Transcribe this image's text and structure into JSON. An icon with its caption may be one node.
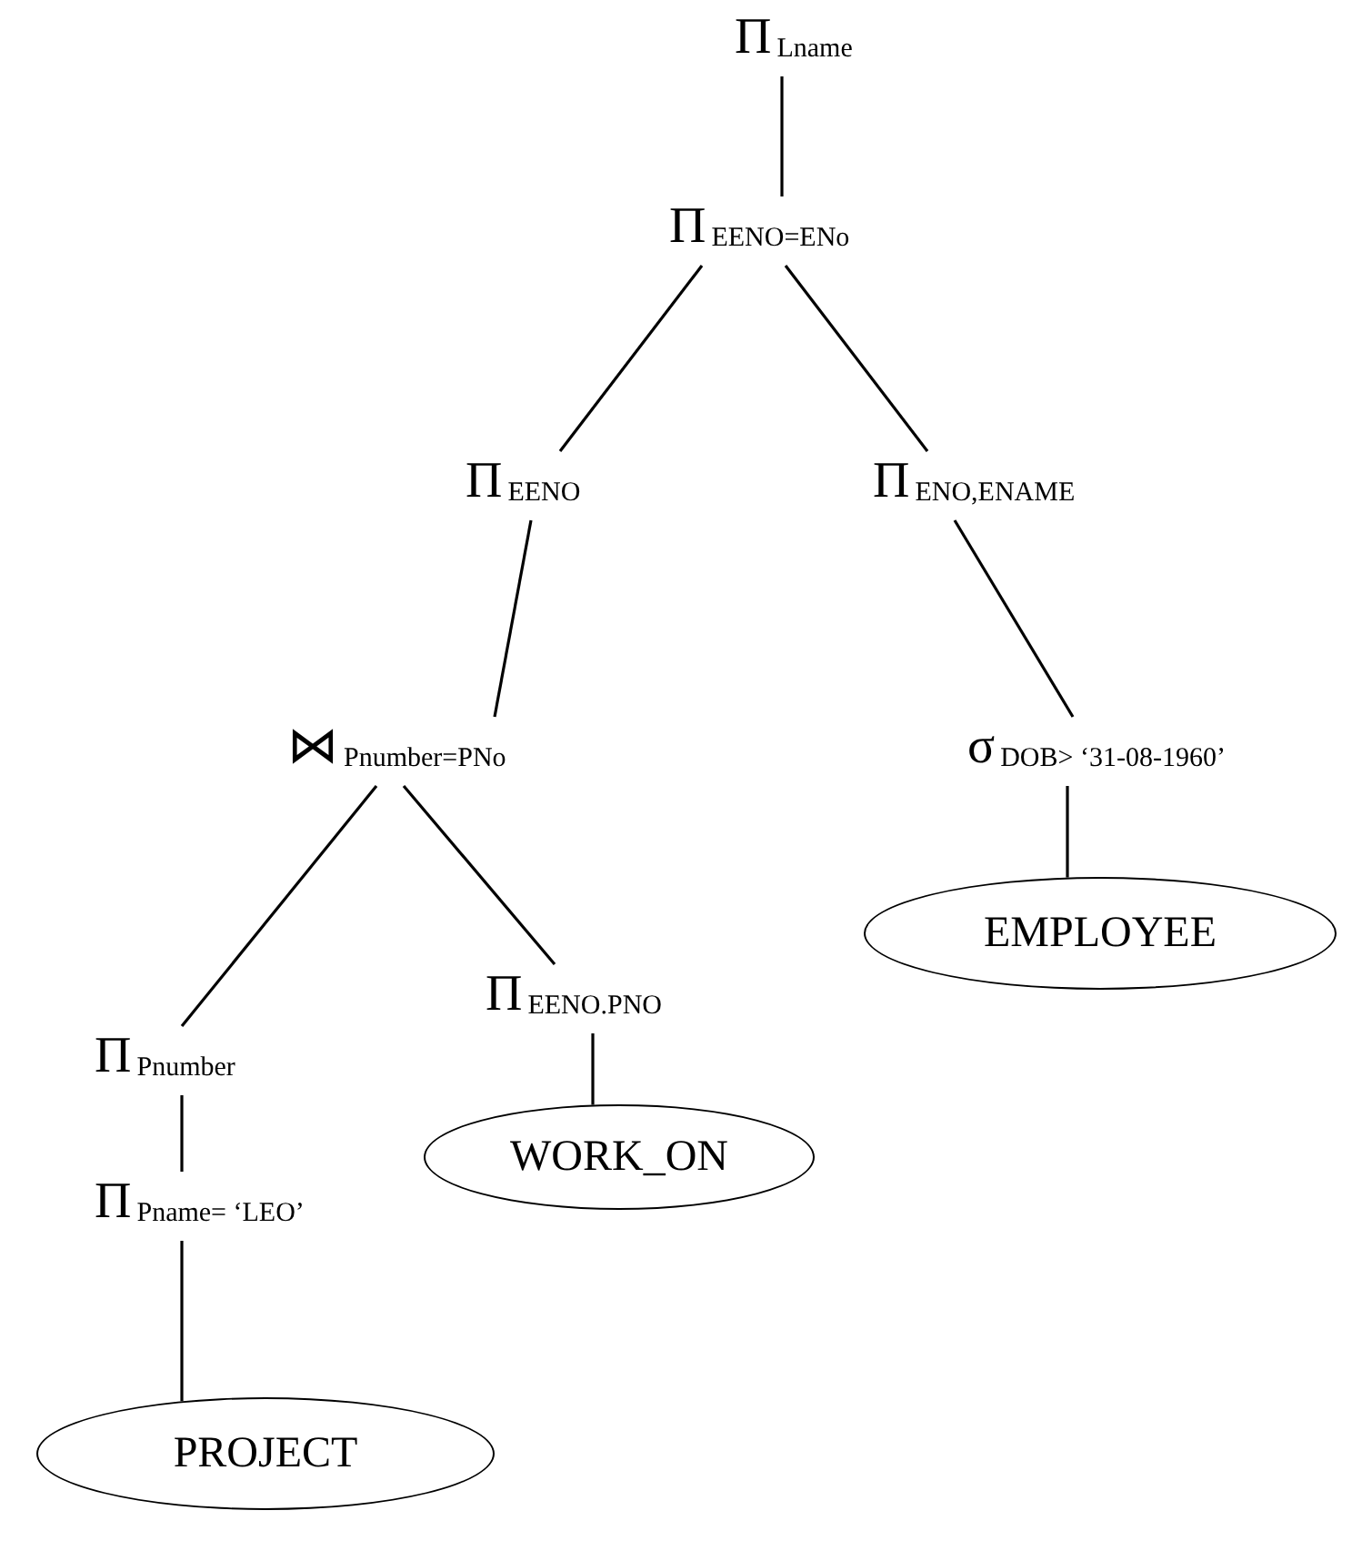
{
  "diagram": {
    "nodes": [
      {
        "text": [
          "Π$_{Lname}$"
        ]
      },
      {
        "text": [
          "Π$_{EENO=ENo}$"
        ]
      },
      {
        "text": [
          "Π$_{EENO}$"
        ]
      },
      {
        "text": [
          "Π$_{ENO,ENAME}$"
        ]
      },
      {
        "text": [
          "⋈$_{Pnumber=PNo}$"
        ]
      },
      {
        "text": [
          "σ$_{DOB> ‘31-08-1960’}$"
        ]
      },
      {
        "text": [
          "EMPLOYEE"
        ]
      },
      {
        "text": [
          "Π$_{Pnumber}$"
        ]
      },
      {
        "text": [
          "Π$_{EENO.PNO}$"
        ]
      },
      {
        "text": [
          "WORK_ON"
        ]
      },
      {
        "text": [
          "Π$_{Pname= ‘LEO’}$"
        ]
      },
      {
        "text": [
          "PROJECT"
        ]
      }
    ],
    "edges": [
      {
        "from": 0,
        "to": 1,
        "arrow": "none"
      },
      {
        "from": 1,
        "to": 2,
        "arrow": "none"
      },
      {
        "from": 1,
        "to": 3,
        "arrow": "none"
      },
      {
        "from": 2,
        "to": 4,
        "arrow": "none"
      },
      {
        "from": 3,
        "to": 5,
        "arrow": "none"
      },
      {
        "from": 5,
        "to": 6,
        "arrow": "none"
      },
      {
        "from": 4,
        "to": 7,
        "arrow": "none"
      },
      {
        "from": 4,
        "to": 8,
        "arrow": "none"
      },
      {
        "from": 8,
        "to": 9,
        "arrow": "none"
      },
      {
        "from": 7,
        "to": 10,
        "arrow": "none"
      },
      {
        "from": 10,
        "to": 11,
        "arrow": "none"
      }
    ]
  }
}
